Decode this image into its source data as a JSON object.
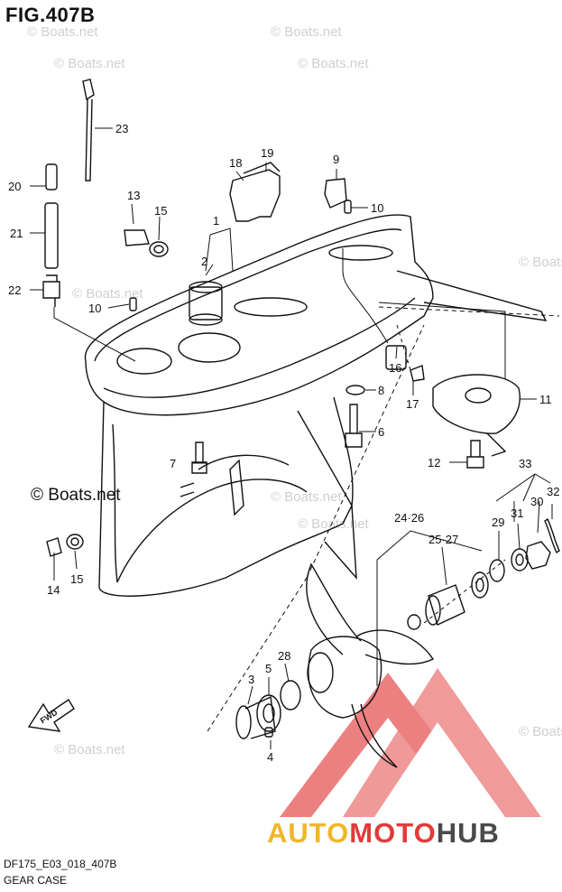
{
  "figure": {
    "title": "FIG.407B",
    "code": "DF175_E03_018_407B",
    "name": "GEAR CASE"
  },
  "copyright": "© Boats.net",
  "watermark": "© Boats.net",
  "brand": {
    "part1": "AUTO",
    "part2": "MOTO",
    "part3": "HUB",
    "colors": {
      "auto": "#f0b62a",
      "moto": "#e23a3a",
      "hub": "#4a4a4a"
    }
  },
  "callouts": {
    "c1": "1",
    "c2": "2",
    "c3": "3",
    "c4": "4",
    "c5": "5",
    "c6": "6",
    "c7": "7",
    "c8": "8",
    "c9": "9",
    "c10a": "10",
    "c10b": "10",
    "c11": "11",
    "c12": "12",
    "c13": "13",
    "c14": "14",
    "c15a": "15",
    "c15b": "15",
    "c16": "16",
    "c17": "17",
    "c18": "18",
    "c19": "19",
    "c20": "20",
    "c21": "21",
    "c22": "22",
    "c23": "23",
    "c24": "24·26",
    "c25": "25·27",
    "c28": "28",
    "c29": "29",
    "c30": "30",
    "c31": "31",
    "c32": "32",
    "c33": "33"
  },
  "icons": {
    "fwd": "fwd-arrow-icon"
  }
}
